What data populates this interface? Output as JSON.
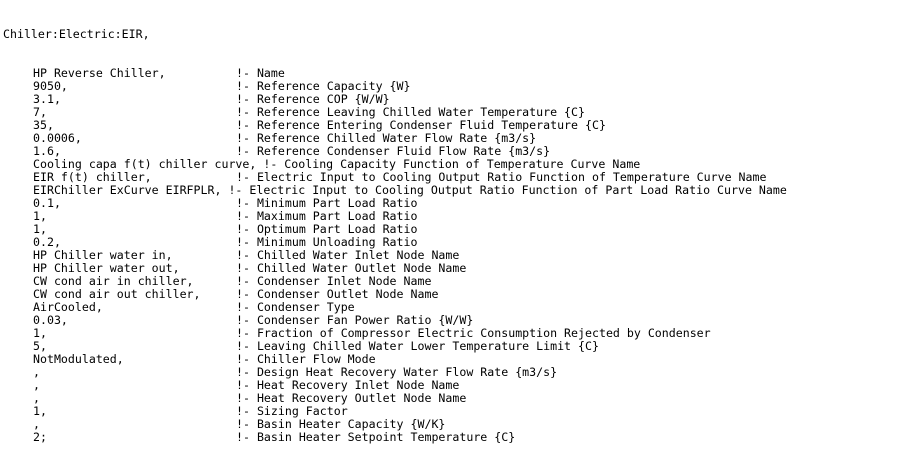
{
  "object_type": "Chiller:Electric:EIR,",
  "fields": [
    {
      "value": "HP Reverse Chiller,",
      "comment": "!- Name",
      "inline": false
    },
    {
      "value": "9050,",
      "comment": "!- Reference Capacity {W}",
      "inline": false
    },
    {
      "value": "3.1,",
      "comment": "!- Reference COP {W/W}",
      "inline": false
    },
    {
      "value": "7,",
      "comment": "!- Reference Leaving Chilled Water Temperature {C}",
      "inline": false
    },
    {
      "value": "35,",
      "comment": "!- Reference Entering Condenser Fluid Temperature {C}",
      "inline": false
    },
    {
      "value": "0.0006,",
      "comment": "!- Reference Chilled Water Flow Rate {m3/s}",
      "inline": false
    },
    {
      "value": "1.6,",
      "comment": "!- Reference Condenser Fluid Flow Rate {m3/s}",
      "inline": false
    },
    {
      "value": "Cooling capa f(t) chiller curve,",
      "comment": " !- Cooling Capacity Function of Temperature Curve Name",
      "inline": true
    },
    {
      "value": "EIR f(t) chiller,",
      "comment": "!- Electric Input to Cooling Output Ratio Function of Temperature Curve Name",
      "inline": false
    },
    {
      "value": "EIRChiller ExCurve EIRFPLR,",
      "comment": " !- Electric Input to Cooling Output Ratio Function of Part Load Ratio Curve Name",
      "inline": true
    },
    {
      "value": "0.1,",
      "comment": "!- Minimum Part Load Ratio",
      "inline": false
    },
    {
      "value": "1,",
      "comment": "!- Maximum Part Load Ratio",
      "inline": false
    },
    {
      "value": "1,",
      "comment": "!- Optimum Part Load Ratio",
      "inline": false
    },
    {
      "value": "0.2,",
      "comment": "!- Minimum Unloading Ratio",
      "inline": false
    },
    {
      "value": "HP Chiller water in,",
      "comment": "!- Chilled Water Inlet Node Name",
      "inline": false
    },
    {
      "value": "HP Chiller water out,",
      "comment": "!- Chilled Water Outlet Node Name",
      "inline": false
    },
    {
      "value": "CW cond air in chiller,",
      "comment": "!- Condenser Inlet Node Name",
      "inline": false
    },
    {
      "value": "CW cond air out chiller,",
      "comment": "!- Condenser Outlet Node Name",
      "inline": false
    },
    {
      "value": "AirCooled,",
      "comment": "!- Condenser Type",
      "inline": false
    },
    {
      "value": "0.03,",
      "comment": "!- Condenser Fan Power Ratio {W/W}",
      "inline": false
    },
    {
      "value": "1,",
      "comment": "!- Fraction of Compressor Electric Consumption Rejected by Condenser",
      "inline": false
    },
    {
      "value": "5,",
      "comment": "!- Leaving Chilled Water Lower Temperature Limit {C}",
      "inline": false
    },
    {
      "value": "NotModulated,",
      "comment": "!- Chiller Flow Mode",
      "inline": false
    },
    {
      "value": ",",
      "comment": "!- Design Heat Recovery Water Flow Rate {m3/s}",
      "inline": false
    },
    {
      "value": ",",
      "comment": "!- Heat Recovery Inlet Node Name",
      "inline": false
    },
    {
      "value": ",",
      "comment": "!- Heat Recovery Outlet Node Name",
      "inline": false
    },
    {
      "value": "1,",
      "comment": "!- Sizing Factor",
      "inline": false
    },
    {
      "value": ",",
      "comment": "!- Basin Heater Capacity {W/K}",
      "inline": false
    },
    {
      "value": "2;",
      "comment": "!- Basin Heater Setpoint Temperature {C}",
      "inline": false
    }
  ]
}
